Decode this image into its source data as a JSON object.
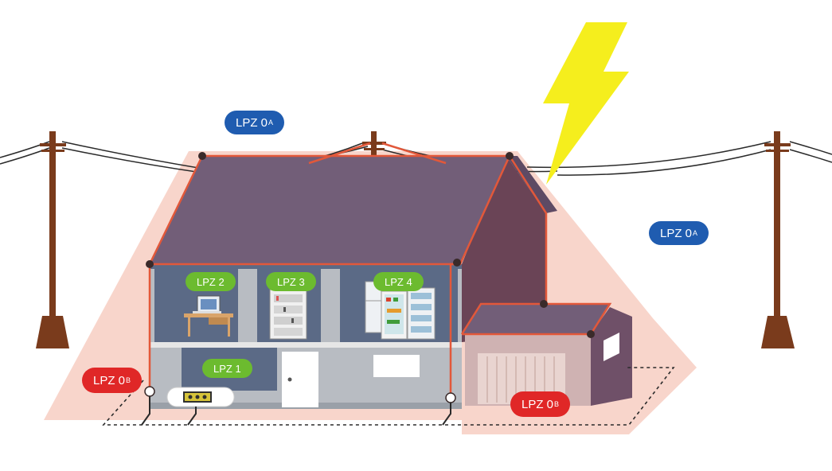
{
  "zones": {
    "lpz0a_top": {
      "base": "LPZ 0",
      "sub": "A"
    },
    "lpz0a_right": {
      "base": "LPZ 0",
      "sub": "A"
    },
    "lpz0b_left": {
      "base": "LPZ 0",
      "sub": "B"
    },
    "lpz0b_garage": {
      "base": "LPZ 0",
      "sub": "B"
    },
    "lpz1": "LPZ 1",
    "lpz2": "LPZ 2",
    "lpz3": "LPZ 3",
    "lpz4": "LPZ 4"
  },
  "colors": {
    "zone_0a": "#1f5cb0",
    "zone_0b": "#e02727",
    "zone_inner": "#6cbb2f",
    "protection_area": "#f8d3c8",
    "roof": "#725e78",
    "conductor": "#e2583a",
    "pole": "#7a3b1c",
    "lightning": "#f5ee1d"
  },
  "icons": [
    "lightning-bolt-icon",
    "utility-pole-icon",
    "laptop-icon",
    "fuse-box-icon",
    "refrigerator-icon",
    "power-socket-icon"
  ]
}
